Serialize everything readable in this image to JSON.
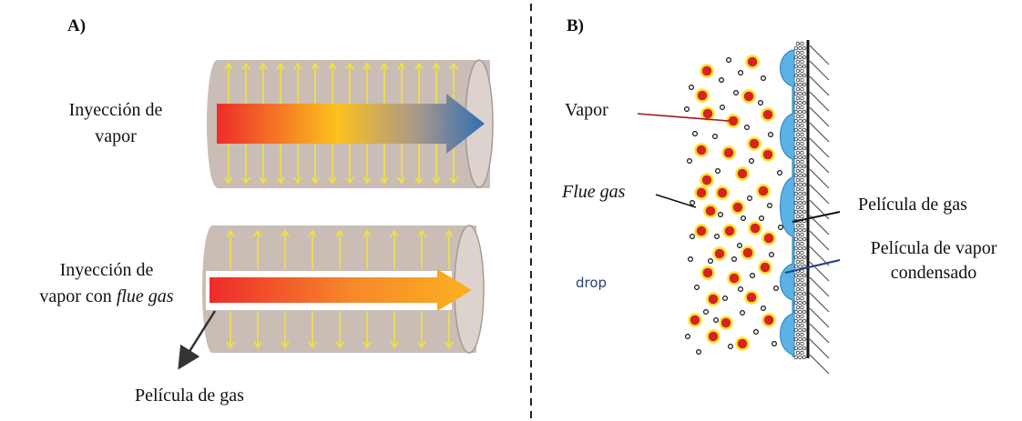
{
  "panel_a": {
    "tag": "A)",
    "label_top_line1": "Inyección de",
    "label_top_line2": "vapor",
    "label_bottom_line1": "Inyección de",
    "label_bottom_line2_prefix": "vapor con ",
    "label_bottom_line2_italic": "flue gas",
    "film_label": "Película de gas"
  },
  "panel_b": {
    "tag": "B)",
    "vapor_label": "Vapor",
    "flue_gas_label": "Flue gas",
    "gas_film_label": "Película de gas",
    "vapor_film_line1": "Película de vapor",
    "vapor_film_line2": "condensado",
    "drop_label": "drop"
  },
  "colors": {
    "pipe": "#c9bdb6",
    "pipe_end": "#ddd3ce",
    "yellow_arrow": "#f3e23a",
    "vapor_red": "#d7231f",
    "vapor_yellow": "#f6e431",
    "film_blue": "#5ab2e6",
    "leader_red": "#a1161b",
    "leader_blue": "#1b3f86"
  }
}
